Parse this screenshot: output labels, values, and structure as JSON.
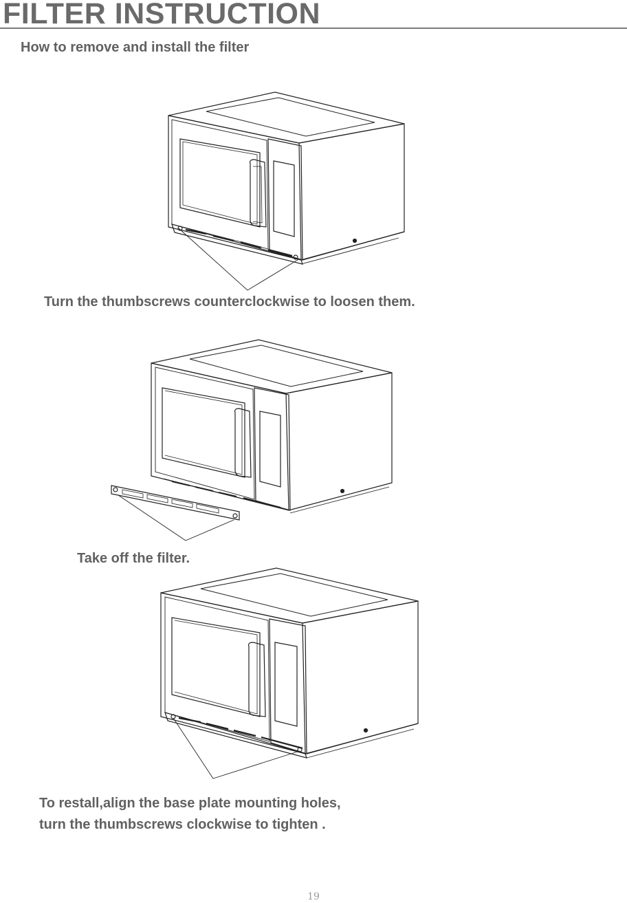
{
  "header": {
    "title": "FILTER INSTRUCTION"
  },
  "section": {
    "subtitle": "How to remove and install the filter"
  },
  "steps": [
    {
      "caption": "Turn the thumbscrews counterclockwise  to loosen them."
    },
    {
      "caption": "Take off the filter."
    },
    {
      "caption_line1": "To restall,align the base plate mounting holes,",
      "caption_line2": "turn the thumbscrews clockwise  to tighten ."
    }
  ],
  "footer": {
    "page_number": "19"
  }
}
